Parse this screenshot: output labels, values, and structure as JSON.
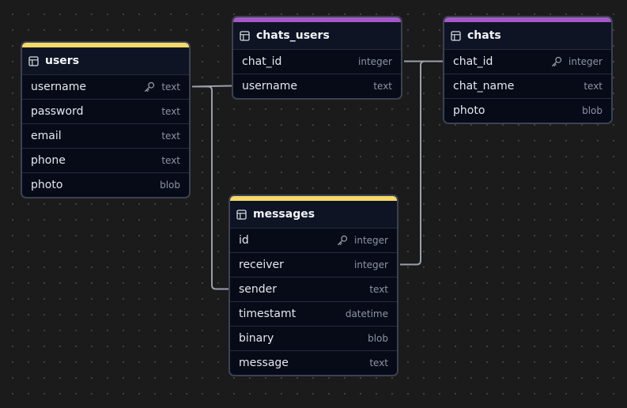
{
  "colors": {
    "accent_yellow": "#f5d969",
    "accent_purple": "#a459c6",
    "connector": "#9aa0ab"
  },
  "tables": {
    "users": {
      "name": "users",
      "accent": "#f5d969",
      "fields": [
        {
          "name": "username",
          "type": "text",
          "key": true
        },
        {
          "name": "password",
          "type": "text"
        },
        {
          "name": "email",
          "type": "text"
        },
        {
          "name": "phone",
          "type": "text"
        },
        {
          "name": "photo",
          "type": "blob"
        }
      ]
    },
    "chats_users": {
      "name": "chats_users",
      "accent": "#a459c6",
      "fields": [
        {
          "name": "chat_id",
          "type": "integer"
        },
        {
          "name": "username",
          "type": "text"
        }
      ]
    },
    "chats": {
      "name": "chats",
      "accent": "#a459c6",
      "fields": [
        {
          "name": "chat_id",
          "type": "integer",
          "key": true
        },
        {
          "name": "chat_name",
          "type": "text"
        },
        {
          "name": "photo",
          "type": "blob"
        }
      ]
    },
    "messages": {
      "name": "messages",
      "accent": "#f5d969",
      "fields": [
        {
          "name": "id",
          "type": "integer",
          "key": true
        },
        {
          "name": "receiver",
          "type": "integer"
        },
        {
          "name": "sender",
          "type": "text"
        },
        {
          "name": "timestamt",
          "type": "datetime"
        },
        {
          "name": "binary",
          "type": "blob"
        },
        {
          "name": "message",
          "type": "text"
        }
      ]
    }
  },
  "relationships": [
    {
      "from": "users.username",
      "to": "chats_users.username"
    },
    {
      "from": "users.username",
      "to": "messages.sender"
    },
    {
      "from": "chats_users.chat_id",
      "to": "chats.chat_id"
    },
    {
      "from": "messages.receiver",
      "to": "chats.chat_id"
    }
  ]
}
